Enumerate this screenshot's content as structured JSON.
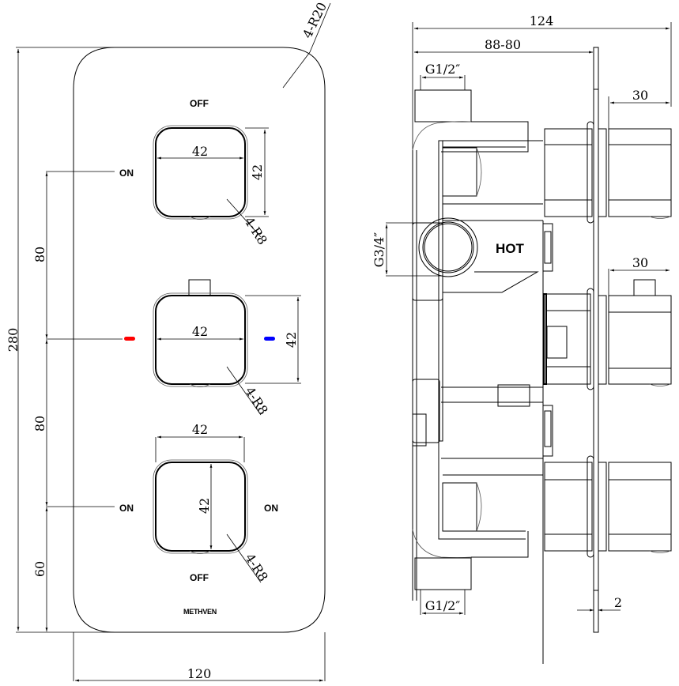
{
  "front_view": {
    "labels": {
      "top_off": "OFF",
      "top_on": "ON",
      "bottom_on_left": "ON",
      "bottom_on_right": "ON",
      "bottom_off": "OFF",
      "brand": "METHVEN"
    },
    "dimensions": {
      "plate_height": "280",
      "plate_width": "120",
      "corner_radius": "4-R20",
      "spacing_top": "80",
      "spacing_middle": "80",
      "spacing_bottom": "60",
      "handle1_width": "42",
      "handle1_height": "42",
      "handle1_radius": "4-R8",
      "handle2_width": "42",
      "handle2_height": "42",
      "handle2_radius": "4-R8",
      "handle3_width": "42",
      "handle3_height": "42",
      "handle3_radius": "4-R8"
    },
    "indicators": {
      "hot_color": "#ff0000",
      "cold_color": "#0000ff"
    }
  },
  "side_view": {
    "labels": {
      "hot": "HOT"
    },
    "dimensions": {
      "overall_depth": "124",
      "body_depth": "88-80",
      "top_outlet": "G1/2″",
      "inlet": "G3/4″",
      "bottom_outlet": "G1/2″",
      "handle_depth_top": "30",
      "handle_depth_middle": "30",
      "plate_thickness": "2"
    }
  }
}
